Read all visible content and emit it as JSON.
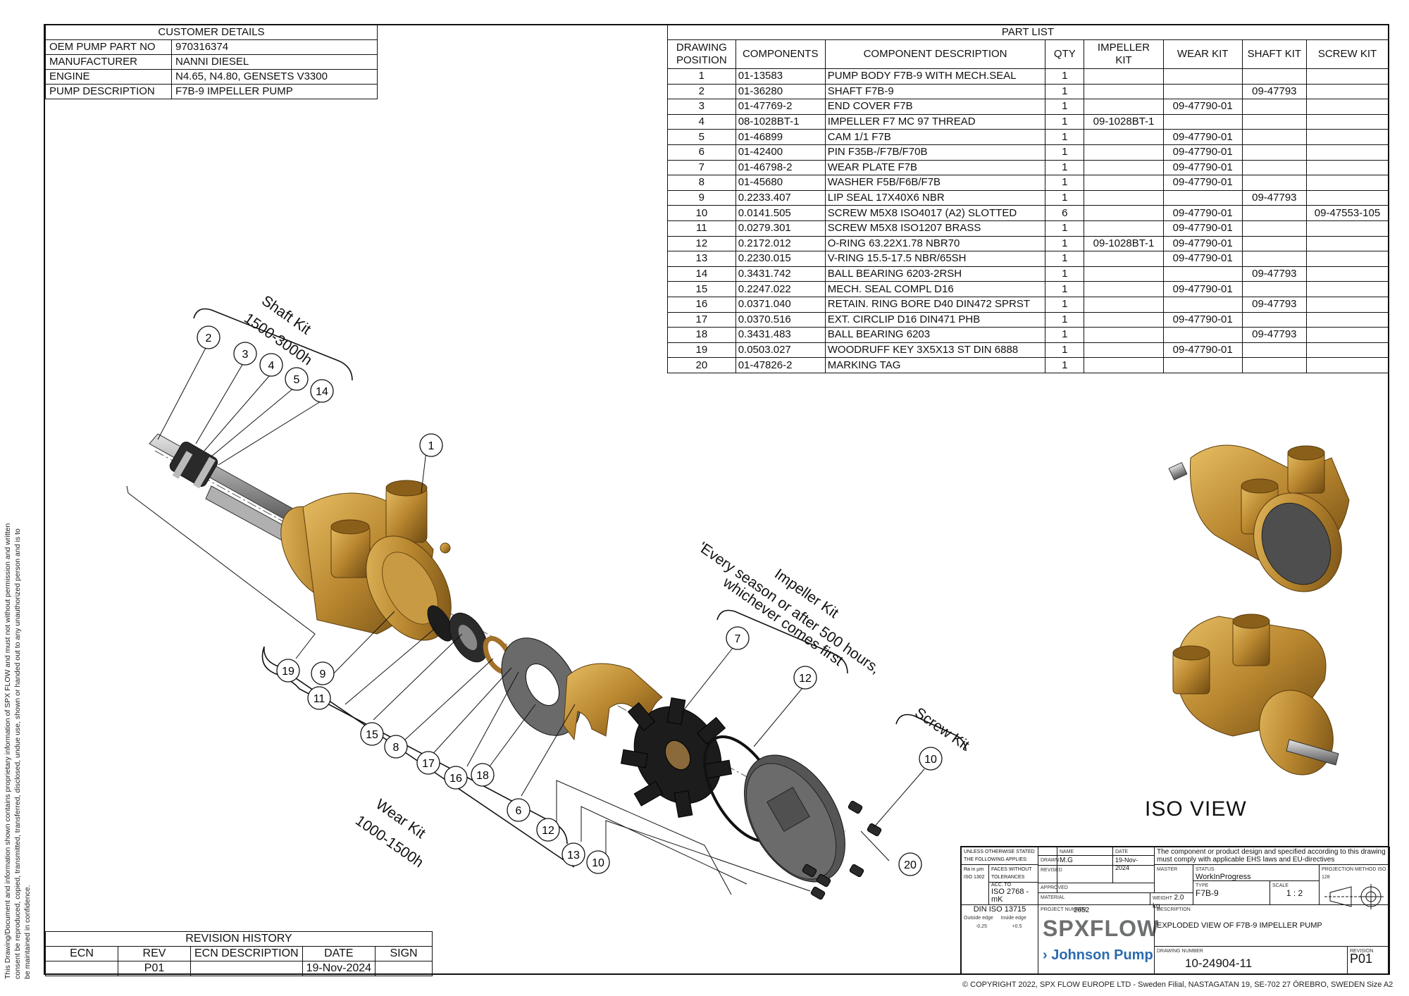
{
  "customer": {
    "title": "CUSTOMER DETAILS",
    "rows": [
      {
        "k": "OEM PUMP PART NO",
        "v": "970316374"
      },
      {
        "k": "MANUFACTURER",
        "v": "NANNI DIESEL"
      },
      {
        "k": "ENGINE",
        "v": "N4.65, N4.80, GENSETS V3300"
      },
      {
        "k": "PUMP DESCRIPTION",
        "v": "F7B-9 IMPELLER PUMP"
      }
    ]
  },
  "partlist": {
    "title": "PART LIST",
    "headers": [
      "DRAWING POSITION",
      "COMPONENTS",
      "COMPONENT DESCRIPTION",
      "QTY",
      "IMPELLER KIT",
      "WEAR KIT",
      "SHAFT KIT",
      "SCREW KIT"
    ],
    "rows": [
      [
        "1",
        "01-13583",
        "PUMP BODY F7B-9 WITH MECH.SEAL",
        "1",
        "",
        "",
        "",
        ""
      ],
      [
        "2",
        "01-36280",
        "SHAFT F7B-9",
        "1",
        "",
        "",
        "09-47793",
        ""
      ],
      [
        "3",
        "01-47769-2",
        "END COVER F7B",
        "1",
        "",
        "09-47790-01",
        "",
        ""
      ],
      [
        "4",
        "08-1028BT-1",
        "IMPELLER F7 MC 97 THREAD",
        "1",
        "09-1028BT-1",
        "",
        "",
        ""
      ],
      [
        "5",
        "01-46899",
        "CAM 1/1 F7B",
        "1",
        "",
        "09-47790-01",
        "",
        ""
      ],
      [
        "6",
        "01-42400",
        "PIN F35B-/F7B/F70B",
        "1",
        "",
        "09-47790-01",
        "",
        ""
      ],
      [
        "7",
        "01-46798-2",
        "WEAR PLATE F7B",
        "1",
        "",
        "09-47790-01",
        "",
        ""
      ],
      [
        "8",
        "01-45680",
        "WASHER F5B/F6B/F7B",
        "1",
        "",
        "09-47790-01",
        "",
        ""
      ],
      [
        "9",
        "0.2233.407",
        "LIP SEAL 17X40X6 NBR",
        "1",
        "",
        "",
        "09-47793",
        ""
      ],
      [
        "10",
        "0.0141.505",
        "SCREW M5X8 ISO4017 (A2) SLOTTED",
        "6",
        "",
        "09-47790-01",
        "",
        "09-47553-105"
      ],
      [
        "11",
        "0.0279.301",
        "SCREW M5X8 ISO1207 BRASS",
        "1",
        "",
        "09-47790-01",
        "",
        ""
      ],
      [
        "12",
        "0.2172.012",
        "O-RING 63.22X1.78 NBR70",
        "1",
        "09-1028BT-1",
        "09-47790-01",
        "",
        ""
      ],
      [
        "13",
        "0.2230.015",
        "V-RING 15.5-17.5 NBR/65SH",
        "1",
        "",
        "09-47790-01",
        "",
        ""
      ],
      [
        "14",
        "0.3431.742",
        "BALL BEARING 6203-2RSH",
        "1",
        "",
        "",
        "09-47793",
        ""
      ],
      [
        "15",
        "0.2247.022",
        "MECH. SEAL COMPL D16",
        "1",
        "",
        "09-47790-01",
        "",
        ""
      ],
      [
        "16",
        "0.0371.040",
        "RETAIN. RING BORE D40 DIN472 SPRST",
        "1",
        "",
        "",
        "09-47793",
        ""
      ],
      [
        "17",
        "0.0370.516",
        "EXT. CIRCLIP D16 DIN471 PHB",
        "1",
        "",
        "09-47790-01",
        "",
        ""
      ],
      [
        "18",
        "0.3431.483",
        "BALL BEARING 6203",
        "1",
        "",
        "",
        "09-47793",
        ""
      ],
      [
        "19",
        "0.0503.027",
        "WOODRUFF KEY 3X5X13 ST DIN 6888",
        "1",
        "",
        "09-47790-01",
        "",
        ""
      ],
      [
        "20",
        "01-47826-2",
        "MARKING TAG",
        "1",
        "",
        "",
        "",
        ""
      ]
    ]
  },
  "kits": {
    "shaft": {
      "line1": "Shaft Kit",
      "line2": "1500-3000h"
    },
    "wear": {
      "line1": "Wear Kit",
      "line2": "1000-1500h"
    },
    "impeller": {
      "line1": "Impeller Kit",
      "line2": "'Every season or after 500 hours,",
      "line3": "whichever comes first"
    },
    "screw": {
      "line1": "Screw Kit"
    }
  },
  "balloons": [
    "1",
    "2",
    "3",
    "4",
    "5",
    "6",
    "7",
    "8",
    "9",
    "10",
    "11",
    "12",
    "13",
    "14",
    "15",
    "16",
    "17",
    "18",
    "19",
    "20",
    "10",
    "12"
  ],
  "iso_view_label": "ISO VIEW",
  "revision": {
    "title": "REVISION HISTORY",
    "headers": [
      "ECN",
      "REV",
      "ECN DESCRIPTION",
      "DATE",
      "SIGN"
    ],
    "rows": [
      [
        "",
        "P01",
        "",
        "19-Nov-2024",
        ""
      ]
    ]
  },
  "title_block": {
    "general_note": "UNLESS OTHERWISE STATED THE FOLLOWING APPLIES:",
    "roughness": "Ra in µm ISO 1302",
    "faces": "FACES WITHOUT TOLERANCES ACC. TO",
    "tolerance_std": "ISO 2768 - mK",
    "edges_std": "DIN ISO 13715",
    "outside_edge": "Outside edge",
    "inside_edge": "Inside edge",
    "outside_val": "-0.25",
    "inside_val": "+0.5",
    "name_label": "NAME",
    "date_label": "DATE",
    "drawn_label": "DRAWN",
    "drawn_by": "M.G",
    "drawn_date": "19-Nov-2024",
    "revised_label": "REVISED",
    "approved_label": "APPROVED",
    "material_label": "MATERIAL",
    "weight_label": "WEIGHT",
    "weight": "2.0 kg",
    "compliance": "The component or product design and specified according to this drawing must comply with applicable EHS laws and EU-directives",
    "master_label": "MASTER",
    "status_label": "STATUS",
    "status": "WorkInProgress",
    "projection_label": "PROJECTION METHOD ISO 128",
    "type_label": "TYPE",
    "type": "F7B-9",
    "scale_label": "SCALE",
    "scale": "1 : 2",
    "project_label": "PROJECT NUMBER",
    "project": "2652",
    "description_label": "DESCRIPTION",
    "description": "EXPLODED VIEW OF F7B-9 IMPELLER PUMP",
    "drawing_no_label": "DRAWING NUMBER",
    "drawing_no": "10-24904-11",
    "revision_label": "REVISION",
    "revision": "P01",
    "brand_main": "SPXFLOW",
    "brand_sub": "Johnson Pump"
  },
  "copyright": "© COPYRIGHT 2022, SPX FLOW EUROPE LTD - Sweden Filial, NASTAGATAN 19, SE-702 27 ÖREBRO, SWEDEN",
  "size_tag": "Size  A2",
  "side_note": "This Drawing/Document and information shown contains proprietary information of SPX FLOW and must not without permission and written consent be reproduced, copied, transmitted, transferred, disclosed, undue use, shown or handed out to any unauthorized person and is to be maintained in confidence.",
  "colors": {
    "bronze": "#b8862f",
    "bronze_dark": "#7a5417",
    "bronze_light": "#e0b458",
    "rubber": "#1c1c1c",
    "steel": "#9a9a9a",
    "line": "#111111"
  }
}
